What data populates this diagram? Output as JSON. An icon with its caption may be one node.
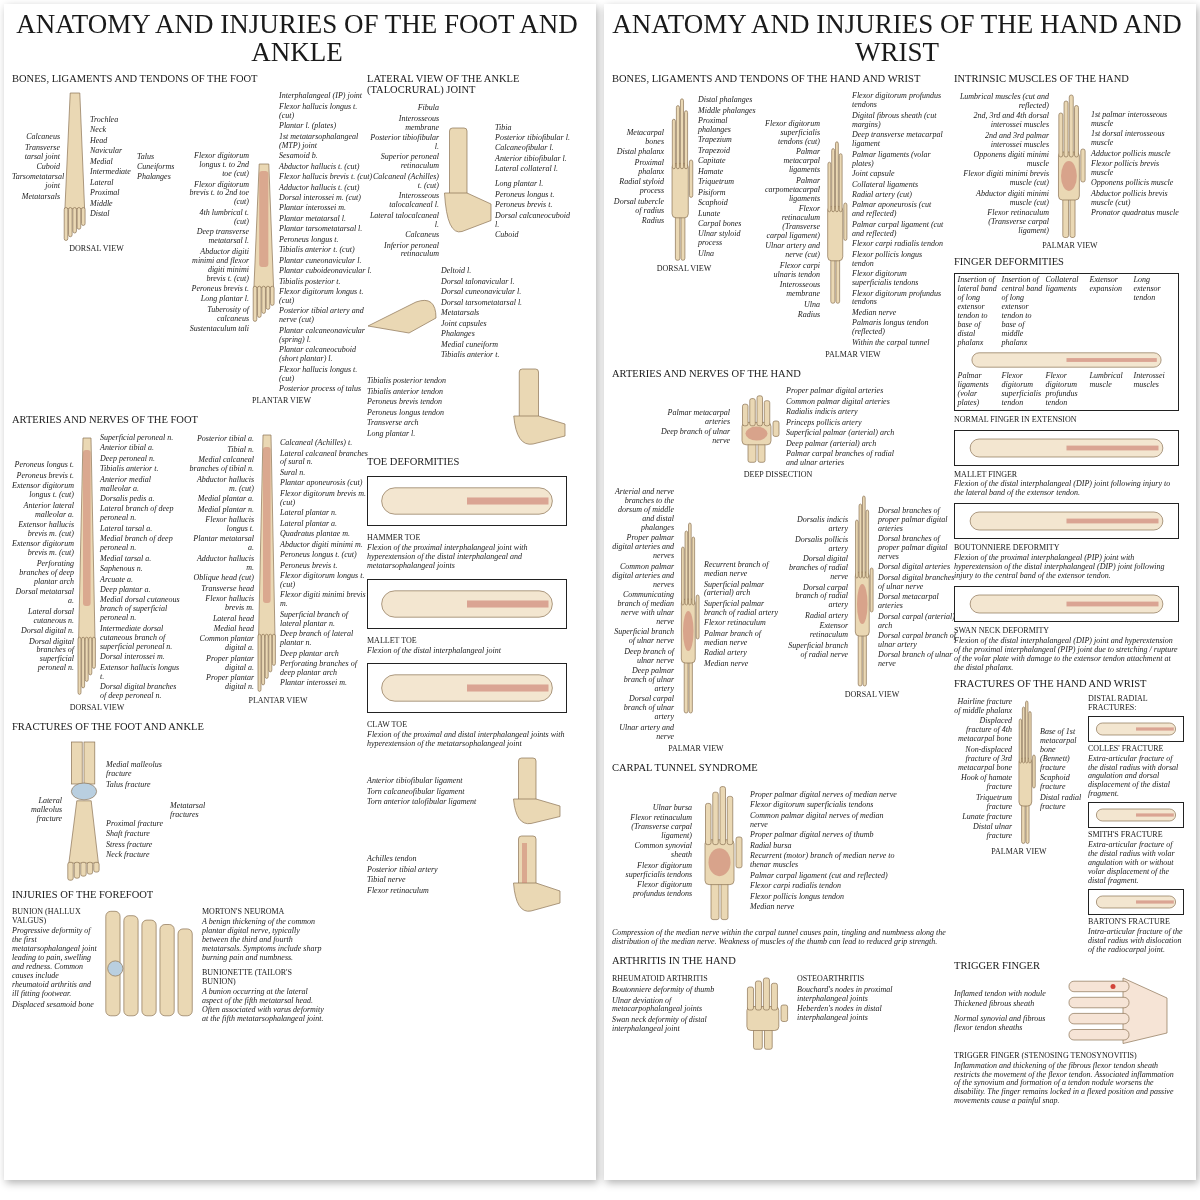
{
  "diagram": {
    "labels": [
      "ANATOMY AND INJURIES OF THE FOOT AND ANKLE",
      "BONES, LIGAMENTS AND TENDONS OF THE FOOT",
      "Calcaneus",
      "Transverse tarsal joint",
      "Cuboid",
      "Tarsometatarsal joint",
      "Metatarsals",
      "Trochlea",
      "Neck",
      "Head",
      "Navicular",
      "Medial",
      "Intermediate",
      "Lateral",
      "Proximal",
      "Middle",
      "Distal",
      "Talus",
      "Cuneiforms",
      "Phalanges",
      "DORSAL VIEW",
      "Flexor digitorum longus t. to 2nd toe (cut)",
      "Flexor digitorum brevis t. to 2nd toe (cut)",
      "4th lumbrical t. (cut)",
      "Deep transverse metatarsal l.",
      "Abductor digiti minimi and flexor digiti minimi brevis t. (cut)",
      "Peroneus brevis t.",
      "Long plantar l.",
      "Tuberosity of calcaneus",
      "Sustentaculum tali",
      "Interphalangeal (IP) joint",
      "Flexor hallucis longus t. (cut)",
      "Plantar l. (plates)",
      "1st metatarsophalangeal (MTP) joint",
      "Sesamoid b.",
      "Abductor hallucis t. (cut)",
      "Flexor hallucis brevis t. (cut)",
      "Adductor hallucis t. (cut)",
      "Dorsal interossei m. (cut)",
      "Plantar interossei m.",
      "Plantar metatarsal l.",
      "Plantar tarsometatarsal l.",
      "Peroneus longus t.",
      "Tibialis anterior t. (cut)",
      "Plantar cuneonavicular l.",
      "Plantar cuboideonavicular l.",
      "Tibialis posterior t.",
      "Flexor digitorum longus t. (cut)",
      "Posterior tibial artery and nerve (cut)",
      "Plantar calcaneonavicular (spring) l.",
      "Plantar calcaneocuboid (short plantar) l.",
      "Flexor hallucis longus t. (cut)",
      "Posterior process of talus",
      "PLANTAR VIEW",
      "ARTERIES AND NERVES OF THE FOOT",
      "Peroneus longus t.",
      "Peroneus brevis t.",
      "Extensor digitorum longus t. (cut)",
      "Anterior lateral malleolar a.",
      "Extensor hallucis brevis m. (cut)",
      "Extensor digitorum brevis m. (cut)",
      "Perforating branches of deep plantar arch",
      "Dorsal metatarsal a.",
      "Lateral dorsal cutaneous n.",
      "Dorsal digital n.",
      "Dorsal digital branches of superficial peroneal n.",
      "Superficial peroneal n.",
      "Anterior tibial a.",
      "Deep peroneal n.",
      "Tibialis anterior t.",
      "Anterior medial malleolar a.",
      "Dorsalis pedis a.",
      "Lateral branch of deep peroneal n.",
      "Lateral tarsal a.",
      "Medial branch of deep peroneal n.",
      "Medial tarsal a.",
      "Saphenous n.",
      "Arcuate a.",
      "Deep plantar a.",
      "Medial dorsal cutaneous branch of superficial peroneal n.",
      "Intermediate dorsal cutaneous branch of superficial peroneal n.",
      "Dorsal interossei m.",
      "Extensor hallucis longus t.",
      "Dorsal digital branches of deep peroneal n.",
      "DORSAL VIEW",
      "Posterior tibial a.",
      "Tibial n.",
      "Medial calcaneal branches of tibial n.",
      "Abductor hallucis m. (cut)",
      "Medial plantar a.",
      "Medial plantar n.",
      "Flexor hallucis longus t.",
      "Plantar metatarsal a.",
      "Adductor hallucis m.",
      "Oblique head (cut)",
      "Transverse head",
      "Flexor hallucis brevis m.",
      "Lateral head",
      "Medial head",
      "Common plantar digital a.",
      "Proper plantar digital a.",
      "Proper plantar digital n.",
      "Calcaneal (Achilles) t.",
      "Lateral calcaneal branches of sural n.",
      "Sural n.",
      "Plantar aponeurosis (cut)",
      "Flexor digitorum brevis m. (cut)",
      "Lateral plantar n.",
      "Lateral plantar a.",
      "Quadratus plantae m.",
      "Abductor digiti minimi m.",
      "Peroneus longus t. (cut)",
      "Peroneus brevis t.",
      "Flexor digitorum longus t. (cut)",
      "Flexor digiti minimi brevis m.",
      "Superficial branch of lateral plantar n.",
      "Deep branch of lateral plantar n.",
      "Deep plantar arch",
      "Perforating branches of deep plantar arch",
      "Plantar interossei m.",
      "PLANTAR VIEW",
      "FRACTURES OF THE FOOT AND ANKLE",
      "Lateral malleolus fracture",
      "Medial malleolus fracture",
      "Talus fracture",
      "Proximal fracture",
      "Shaft fracture",
      "Stress fracture",
      "Neck fracture",
      "Metatarsal fractures",
      "INJURIES OF THE FOREFOOT",
      "BUNION (HALLUX VALGUS)",
      "Progressive deformity of the first metatarsophalangeal joint leading to pain, swelling and redness. Common causes include rheumatoid arthritis and ill fitting footwear.",
      "Displaced sesamoid bone",
      "MORTON'S NEUROMA",
      "A benign thickening of the common plantar digital nerve, typically between the third and fourth metatarsals. Symptoms include sharp burning pain and numbness.",
      "BUNIONETTE (TAILOR'S BUNION)",
      "A bunion occurring at the lateral aspect of the fifth metatarsal head. Often associated with varus deformity at the fifth metatarsophalangeal joint.",
      "LATERAL VIEW OF THE ANKLE (TALOCRURAL) JOINT",
      "Fibula",
      "Interosseous membrane",
      "Posterior tibiofibular l.",
      "Superior peroneal retinaculum",
      "Calcaneal (Achilles) t. (cut)",
      "Interosseous talocalcaneal l.",
      "Lateral talocalcaneal l.",
      "Calcaneus",
      "Inferior peroneal retinaculum",
      "Tibia",
      "Posterior tibiofibular l.",
      "Calcaneofibular l.",
      "Anterior tibiofibular l.",
      "Lateral collateral l.",
      "Long plantar l.",
      "Peroneus longus t.",
      "Peroneus brevis t.",
      "Dorsal calcaneocuboid l.",
      "Cuboid",
      "Deltoid l.",
      "Dorsal talonavicular l.",
      "Dorsal cuneonavicular l.",
      "Dorsal tarsometatarsal l.",
      "Metatarsals",
      "Joint capsules",
      "Phalanges",
      "Medial cuneiform",
      "Tibialis anterior t.",
      "Tibialis posterior tendon",
      "Tibialis anterior tendon",
      "Peroneus brevis tendon",
      "Peroneus longus tendon",
      "Transverse arch",
      "Long plantar l.",
      "TOE DEFORMITIES",
      "HAMMER TOE",
      "Flexion of the proximal interphalangeal joint with hyperextension of the distal interphalangeal and metatarsophalangeal joints",
      "MALLET TOE",
      "Flexion of the distal interphalangeal joint",
      "CLAW TOE",
      "Flexion of the proximal and distal interphalangeal joints with hyperextension of the metatarsophalangeal joint",
      "Anterior tibiofibular ligament",
      "Torn calcaneofibular ligament",
      "Torn anterior talofibular ligament",
      "Achilles tendon",
      "Posterior tibial artery",
      "Tibial nerve",
      "Flexor retinaculum",
      "ANATOMY AND INJURIES OF THE HAND AND WRIST",
      "BONES, LIGAMENTS AND TENDONS OF THE HAND AND WRIST",
      "Metacarpal bones",
      "Distal phalanx",
      "Proximal phalanx",
      "Radial styloid process",
      "Dorsal tubercle of radius",
      "Radius",
      "Distal phalanges",
      "Middle phalanges",
      "Proximal phalanges",
      "Trapezium",
      "Trapezoid",
      "Capitate",
      "Hamate",
      "Triquetrum",
      "Pisiform",
      "Scaphoid",
      "Lunate",
      "Carpal bones",
      "Ulnar styloid process",
      "Ulna",
      "DORSAL VIEW",
      "Flexor digitorum superficialis tendons (cut)",
      "Palmar metacarpal ligaments",
      "Palmar carpometacarpal ligaments",
      "Flexor retinaculum (Transverse carpal ligament)",
      "Ulnar artery and nerve (cut)",
      "Flexor carpi ulnaris tendon",
      "Interosseous membrane",
      "Ulna",
      "Radius",
      "Flexor digitorum profundus tendons",
      "Digital fibrous sheath (cut margins)",
      "Deep transverse metacarpal ligament",
      "Palmar ligaments (volar plates)",
      "Joint capsule",
      "Collateral ligaments",
      "Radial artery (cut)",
      "Palmar aponeurosis (cut and reflected)",
      "Palmar carpal ligament (cut and reflected)",
      "Flexor carpi radialis tendon",
      "Flexor pollicis longus tendon",
      "Flexor digitorum superficialis tendons",
      "Flexor digitorum profundus tendons",
      "Median nerve",
      "Palmaris longus tendon (reflected)",
      "Within the carpal tunnel",
      "PALMAR VIEW",
      "ARTERIES AND NERVES OF THE HAND",
      "Palmar metacarpal arteries",
      "Deep branch of ulnar nerve",
      "Proper palmar digital arteries",
      "Common palmar digital arteries",
      "Radialis indicis artery",
      "Princeps pollicis artery",
      "Superficial palmar (arterial) arch",
      "Deep palmar (arterial) arch",
      "Palmar carpal branches of radial and ulnar arteries",
      "DEEP DISSECTION",
      "Arterial and nerve branches to the dorsum of middle and distal phalanges",
      "Proper palmar digital arteries and nerves",
      "Common palmar digital arteries and nerves",
      "Communicating branch of median nerve with ulnar nerve",
      "Superficial branch of ulnar nerve",
      "Deep branch of ulnar nerve",
      "Deep palmar branch of ulnar artery",
      "Dorsal carpal branch of ulnar artery",
      "Ulnar artery and nerve",
      "Recurrent branch of median nerve",
      "Superficial palmar (arterial) arch",
      "Superficial palmar branch of radial artery",
      "Flexor retinaculum",
      "Palmar branch of median nerve",
      "Radial artery",
      "Median nerve",
      "PALMAR VIEW",
      "Dorsalis indicis artery",
      "Dorsalis pollicis artery",
      "Dorsal digital branches of radial nerve",
      "Dorsal carpal branch of radial artery",
      "Radial artery",
      "Extensor retinaculum",
      "Superficial branch of radial nerve",
      "Dorsal branches of proper palmar digital arteries",
      "Dorsal branches of proper palmar digital nerves",
      "Dorsal digital arteries",
      "Dorsal digital branches of ulnar nerve",
      "Dorsal metacarpal arteries",
      "Dorsal carpal (arterial) arch",
      "Dorsal carpal branch of ulnar artery",
      "Dorsal branch of ulnar nerve",
      "DORSAL VIEW",
      "CARPAL TUNNEL SYNDROME",
      "Ulnar bursa",
      "Flexor retinaculum (Transverse carpal ligament)",
      "Common synovial sheath",
      "Flexor digitorum superficialis tendons",
      "Flexor digitorum profundus tendons",
      "Proper palmar digital nerves of median nerve",
      "Flexor digitorum superficialis tendons",
      "Common palmar digital nerves of median nerve",
      "Proper palmar digital nerves of thumb",
      "Radial bursa",
      "Recurrent (motor) branch of median nerve to thenar muscles",
      "Palmar carpal ligament (cut and reflected)",
      "Flexor carpi radialis tendon",
      "Flexor pollicis longus tendon",
      "Median nerve",
      "Compression of the median nerve within the carpal tunnel causes pain, tingling and numbness along the distribution of the median nerve. Weakness of muscles of the thumb can lead to reduced grip strength.",
      "ARTHRITIS IN THE HAND",
      "RHEUMATOID ARTHRITIS",
      "Boutonniere deformity of thumb",
      "Ulnar deviation of metacarpophalangeal joints",
      "Swan neck deformity of distal interphalangeal joint",
      "OSTEOARTHRITIS",
      "Bouchard's nodes in proximal interphalangeal joints",
      "Heberden's nodes in distal interphalangeal joints",
      "INTRINSIC MUSCLES OF THE HAND",
      "Lumbrical muscles (cut and reflected)",
      "2nd, 3rd and 4th dorsal interossei muscles",
      "2nd and 3rd palmar interossei muscles",
      "Opponens digiti minimi muscle",
      "Flexor digiti minimi brevis muscle (cut)",
      "Abductor digiti minimi muscle (cut)",
      "Flexor retinaculum (Transverse carpal ligament)",
      "1st palmar interosseous muscle",
      "1st dorsal interosseous muscle",
      "Adductor pollicis muscle",
      "Flexor pollicis brevis muscle",
      "Opponens pollicis muscle",
      "Abductor pollicis brevis muscle (cut)",
      "Pronator quadratus muscle",
      "PALMAR VIEW",
      "FINGER DEFORMITIES",
      "Insertion of lateral band of long extensor tendon to base of distal phalanx",
      "Insertion of central band of long extensor tendon to base of middle phalanx",
      "Collateral ligaments",
      "Extensor expansion",
      "Long extensor tendon",
      "Palmar ligaments (volar plates)",
      "Flexor digitorum superficialis tendon",
      "Flexor digitorum profundus tendon",
      "Lumbrical muscle",
      "Interossei muscles",
      "NORMAL FINGER IN EXTENSION",
      "MALLET FINGER",
      "Flexion of the distal interphalangeal (DIP) joint following injury to the lateral band of the extensor tendon.",
      "BOUTONNIERE DEFORMITY",
      "Flexion of the proximal interphalangeal (PIP) joint with hyperextension of the distal interphalangeal (DIP) joint following injury to the central band of the extensor tendon.",
      "SWAN NECK DEFORMITY",
      "Flexion of the distal interphalangeal (DIP) joint and hyperextension of the proximal interphalangeal (PIP) joint due to stretching / rupture of the volar plate with damage to the extensor tendon attachment at the distal phalanx.",
      "FRACTURES OF THE HAND AND WRIST",
      "Hairline fracture of middle phalanx",
      "Displaced fracture of 4th metacarpal bone",
      "Non-displaced fracture of 3rd metacarpal bone",
      "Hook of hamate fracture",
      "Triquetrum fracture",
      "Lunate fracture",
      "Distal ulnar fracture",
      "Base of 1st metacarpal bone (Bennett) fracture",
      "Scaphoid fracture",
      "Distal radial fracture",
      "PALMAR VIEW",
      "DISTAL RADIAL FRACTURES:",
      "COLLES' FRACTURE",
      "Extra-articular fracture of the distal radius with dorsal angulation and dorsal displacement of the distal fragment.",
      "SMITH'S FRACTURE",
      "Extra-articular fracture of the distal radius with volar angulation with or without volar displacement of the distal fragment.",
      "BARTON'S FRACTURE",
      "Intra-articular fracture of the distal radius with dislocation of the radiocarpal joint.",
      "TRIGGER FINGER",
      "Inflamed tendon with nodule",
      "Thickened fibrous sheath",
      "Normal synovial and fibrous flexor tendon sheaths",
      "TRIGGER FINGER (STENOSING TENOSYNOVITIS)",
      "Inflammation and thickening of the fibrous flexor tendon sheath restricts the movement of the flexor tendon. Associated inflammation of the synovium and formation of a tendon nodule worsens the disability. The finger remains locked in a flexed position and passive movements cause a painful snap."
    ]
  }
}
